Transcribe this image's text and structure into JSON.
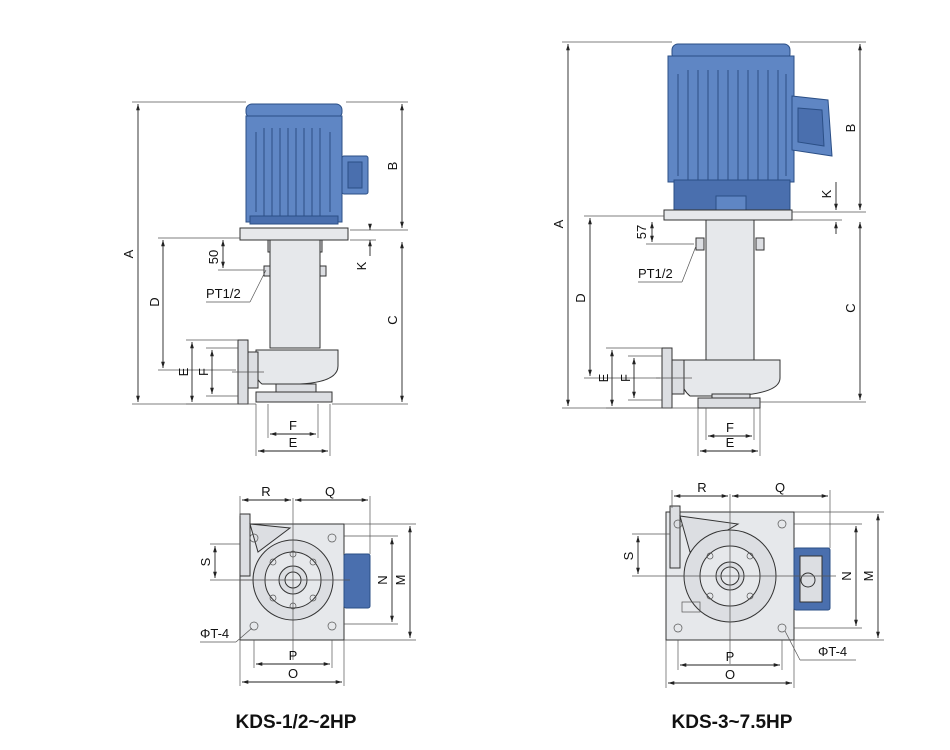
{
  "models": [
    {
      "caption": "KDS-1/2~2HP",
      "dims": {
        "A": "A",
        "B": "B",
        "C": "C",
        "D": "D",
        "E": "E",
        "F": "F",
        "K": "K",
        "pt": "PT1/2",
        "offset": "50",
        "R": "R",
        "Q": "Q",
        "S": "S",
        "N": "N",
        "M": "M",
        "P": "P",
        "O": "O",
        "T": "ΦT-4"
      }
    },
    {
      "caption": "KDS-3~7.5HP",
      "dims": {
        "A": "A",
        "B": "B",
        "C": "C",
        "D": "D",
        "E": "E",
        "F": "F",
        "K": "K",
        "pt": "PT1/2",
        "offset": "57",
        "R": "R",
        "Q": "Q",
        "S": "S",
        "N": "N",
        "M": "M",
        "P": "P",
        "O": "O",
        "T": "ΦT-4"
      }
    }
  ],
  "colors": {
    "motor": "#5f86c4",
    "steel": "#dcdee2",
    "line": "#222222"
  }
}
